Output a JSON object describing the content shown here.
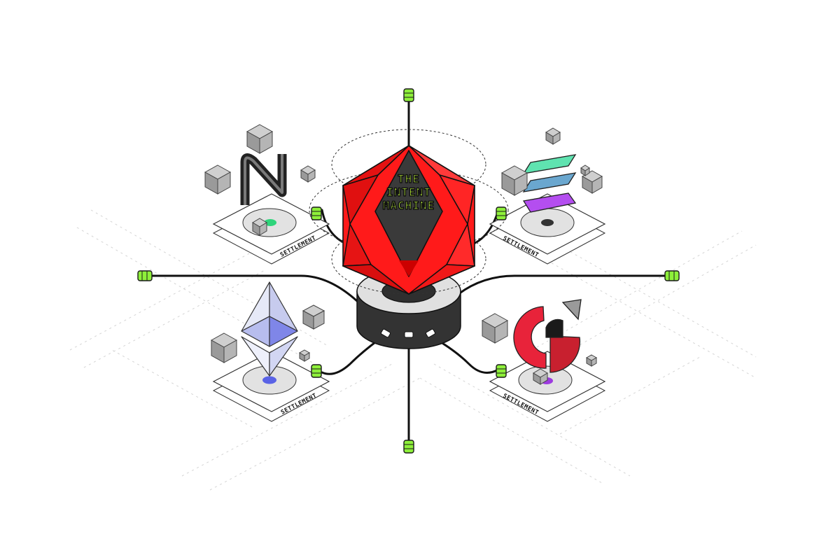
{
  "core": {
    "title_lines": [
      "THE",
      "INTENT",
      "MACHINE"
    ]
  },
  "platforms": [
    {
      "id": "near",
      "label": "SETTLEMENT",
      "logo": "near-logo-icon",
      "dot_color": "#2ed47a"
    },
    {
      "id": "solana",
      "label": "SETTLEMENT",
      "logo": "solana-logo-icon",
      "dot_color": "#333333"
    },
    {
      "id": "ethereum",
      "label": "SETTLEMENT",
      "logo": "ethereum-logo-icon",
      "dot_color": "#5a63e6"
    },
    {
      "id": "chain-c",
      "label": "SETTLEMENT",
      "logo": "circle-chain-logo-icon",
      "dot_color": "#9d3be0"
    }
  ],
  "colors": {
    "core_red": "#ff1a1a",
    "core_dark": "#3a3a3a",
    "connector_green": "#8ef03a",
    "cable": "#111111",
    "cube_grey": "#9a9a9a"
  }
}
